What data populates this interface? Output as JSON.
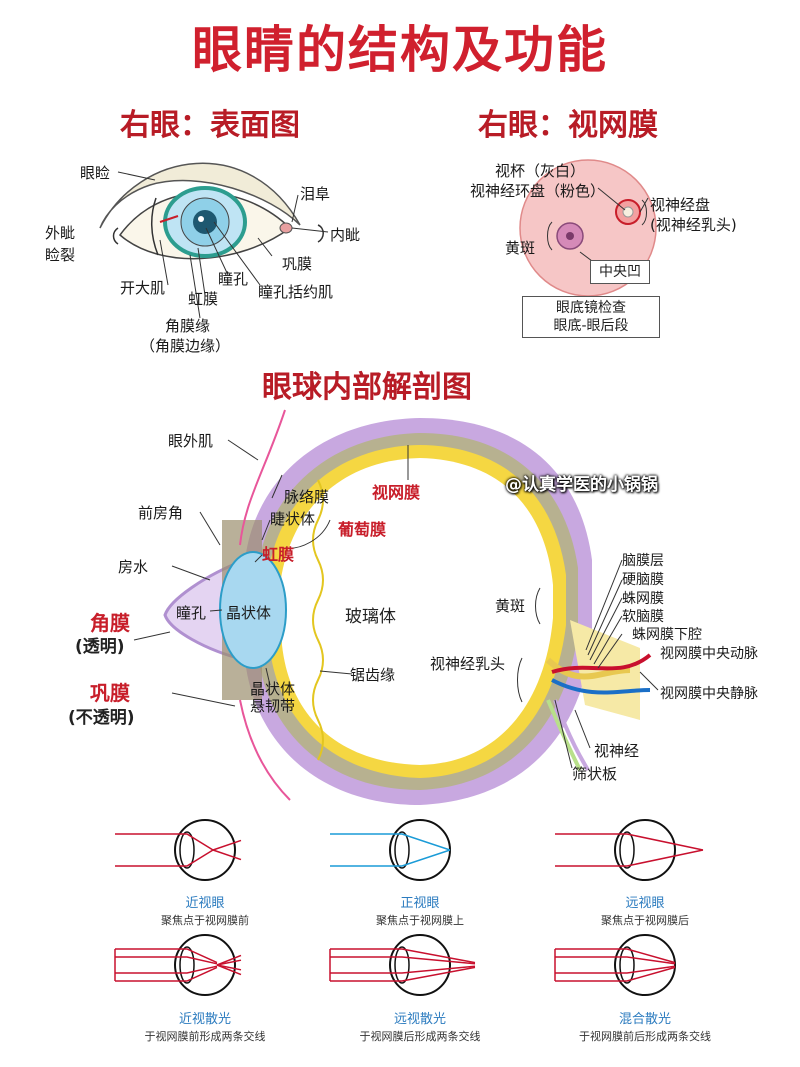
{
  "title": "眼睛的结构及功能",
  "surface": {
    "heading": "右眼：表面图",
    "labels": {
      "eyelid": "眼睑",
      "lacrimal_caruncle": "泪阜",
      "outer_canthus": "外眦",
      "palpebral_fissure": "睑裂",
      "inner_canthus": "内眦",
      "sclera": "巩膜",
      "dilator": "开大肌",
      "iris": "虹膜",
      "pupil": "瞳孔",
      "sphincter": "瞳孔括约肌",
      "limbus_1": "角膜缘",
      "limbus_2": "（角膜边缘）"
    }
  },
  "retina": {
    "heading": "右眼：视网膜",
    "labels": {
      "cup_1": "视杯（灰白）",
      "cup_2": "视神经环盘（粉色）",
      "disc_1": "视神经盘",
      "disc_2": "(视神经乳头)",
      "macula": "黄斑",
      "fovea": "中央凹",
      "note_1": "眼底镜检查",
      "note_2": "眼底-眼后段"
    }
  },
  "anatomy": {
    "heading": "眼球内部解剖图",
    "watermark": "@认真学医的小锅锅",
    "labels": {
      "extraocular": "眼外肌",
      "angle": "前房角",
      "aqueous": "房水",
      "cornea": "角膜",
      "cornea_note": "(透明)",
      "sclera": "巩膜",
      "sclera_note": "(不透明)",
      "choroid": "脉络膜",
      "ciliary": "睫状体",
      "uvea": "葡萄膜",
      "iris": "虹膜",
      "pupil": "瞳孔",
      "lens": "晶状体",
      "zonule_1": "晶状体",
      "zonule_2": "悬韧带",
      "vitreous": "玻璃体",
      "ora": "锯齿缘",
      "retina": "视网膜",
      "macula": "黄斑",
      "papilla": "视神经乳头",
      "pia_brain": "脑膜层",
      "dura": "硬脑膜",
      "arachnoid": "蛛网膜",
      "pia": "软脑膜",
      "subarachnoid": "蛛网膜下腔",
      "artery": "视网膜中央动脉",
      "vein": "视网膜中央静脉",
      "optic_nerve": "视神经",
      "lamina": "筛状板"
    }
  },
  "refraction": [
    {
      "name": "近视眼",
      "desc": "聚焦点于视网膜前"
    },
    {
      "name": "正视眼",
      "desc": "聚焦点于视网膜上"
    },
    {
      "name": "远视眼",
      "desc": "聚焦点于视网膜后"
    },
    {
      "name": "近视散光",
      "desc": "于视网膜前形成两条交线"
    },
    {
      "name": "远视散光",
      "desc": "于视网膜后形成两条交线"
    },
    {
      "name": "混合散光",
      "desc": "于视网膜前后形成两条交线"
    }
  ],
  "colors": {
    "title_red": "#d0202e",
    "sclera_purple": "#c8a8e0",
    "retina_yellow": "#f5d742",
    "lens_blue": "#a8d8f0",
    "ray_red": "#c8102e",
    "ray_blue": "#1a9bd7",
    "retina_pink": "#f6c6c6"
  }
}
